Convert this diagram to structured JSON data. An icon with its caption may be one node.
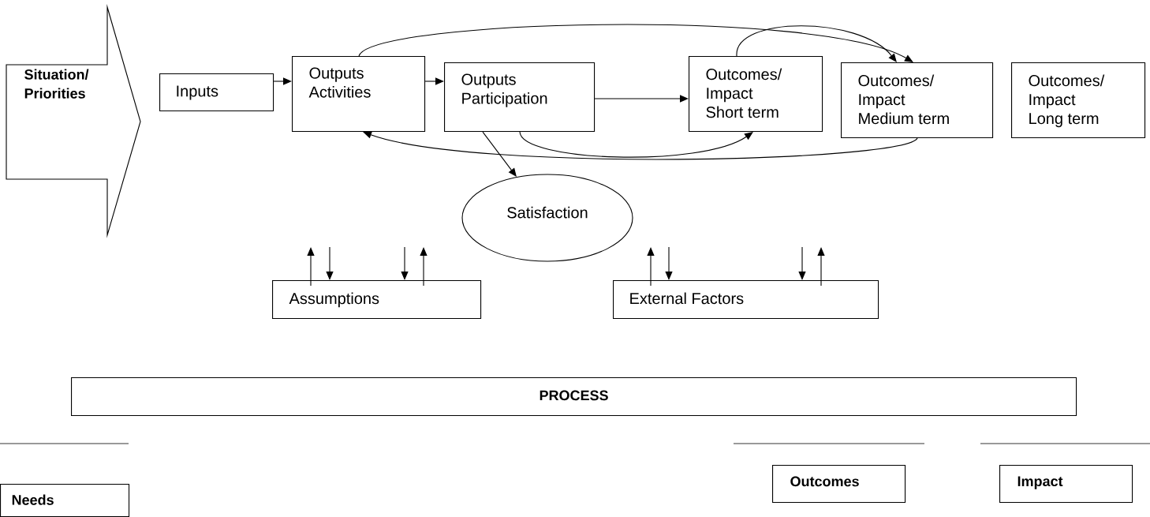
{
  "diagram": {
    "nodes": [
      {
        "text": [
          "Situation/ Priorities"
        ]
      },
      {
        "text": [
          "Inputs"
        ]
      },
      {
        "text": [
          "Outputs Activities"
        ]
      },
      {
        "text": [
          "Outputs Participation"
        ]
      },
      {
        "text": [
          "Outcomes/ Impact Short term"
        ]
      },
      {
        "text": [
          "Outcomes/ Impact Medium term"
        ]
      },
      {
        "text": [
          "Outcomes/ Impact Long term"
        ]
      },
      {
        "text": [
          "Satisfaction"
        ]
      },
      {
        "text": [
          "Assumptions"
        ]
      },
      {
        "text": [
          "External Factors"
        ]
      },
      {
        "text": [
          "PROCESS"
        ]
      },
      {
        "text": [
          "Needs"
        ]
      },
      {
        "text": [
          "Outcomes"
        ]
      },
      {
        "text": [
          "Impact"
        ]
      }
    ],
    "edges": [
      {
        "from": 1,
        "to": 2,
        "arrow": "to"
      },
      {
        "from": 2,
        "to": 3,
        "arrow": "to"
      },
      {
        "from": 3,
        "to": 4,
        "arrow": "to"
      },
      {
        "from": 2,
        "to": 5,
        "arrow": "to"
      },
      {
        "from": 4,
        "to": 5,
        "arrow": "to"
      },
      {
        "from": 3,
        "to": 4,
        "arrow": "to"
      },
      {
        "from": 5,
        "to": 2,
        "arrow": "to"
      },
      {
        "from": 3,
        "to": 7,
        "arrow": "to"
      },
      {
        "from": 8,
        "to": null,
        "arrow": "to"
      },
      {
        "from": null,
        "to": 8,
        "arrow": "to"
      },
      {
        "from": null,
        "to": 8,
        "arrow": "to"
      },
      {
        "from": 8,
        "to": null,
        "arrow": "to"
      },
      {
        "from": 9,
        "to": null,
        "arrow": "to"
      },
      {
        "from": null,
        "to": 9,
        "arrow": "to"
      },
      {
        "from": null,
        "to": 9,
        "arrow": "to"
      },
      {
        "from": 9,
        "to": null,
        "arrow": "to"
      }
    ]
  }
}
